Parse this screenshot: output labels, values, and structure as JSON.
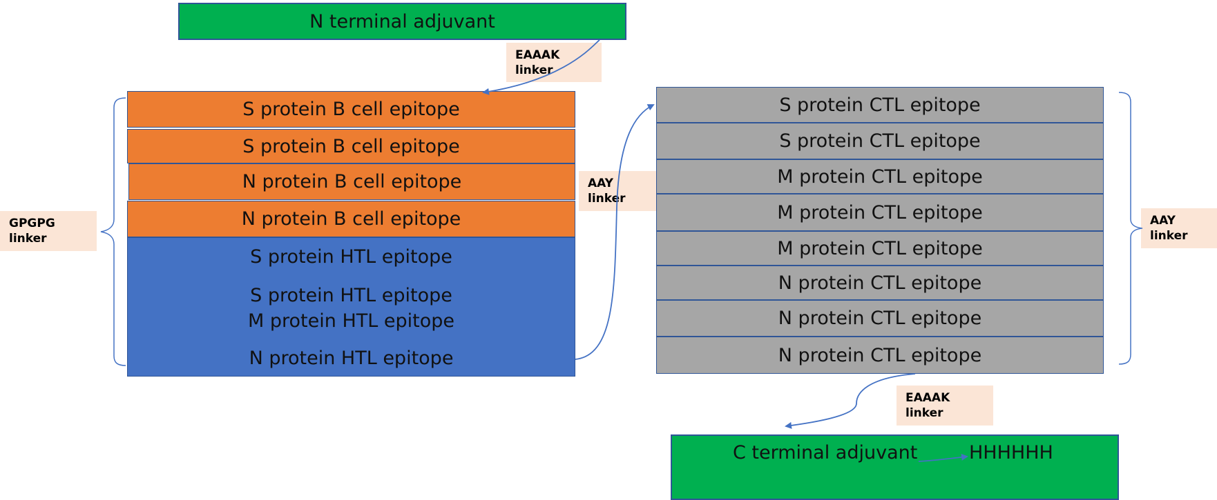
{
  "n_terminal": "N terminal adjuvant",
  "c_terminal": "C terminal adjuvant",
  "his_tag": "HHHHHH",
  "linkers": {
    "eaaak_top": "EAAAK\nlinker",
    "eaaak_bottom": "EAAAK\nlinker",
    "aay_middle": "AAY\nlinker",
    "aay_right": "AAY\nlinker",
    "gpgpg": "GPGPG\nlinker"
  },
  "b_cell_epitopes": [
    "S protein B cell epitope",
    "S protein B cell epitope",
    "N protein B cell epitope",
    "N protein B cell epitope"
  ],
  "htl_epitopes": [
    "S protein HTL epitope",
    "S protein HTL epitope",
    "M protein HTL epitope",
    "N protein HTL epitope"
  ],
  "ctl_epitopes": [
    "S protein CTL epitope",
    "S protein CTL epitope",
    "M protein CTL epitope",
    "M protein CTL epitope",
    "M protein CTL epitope",
    "N protein CTL epitope",
    "N protein CTL epitope",
    "N protein CTL epitope"
  ],
  "colors": {
    "adjuvant": "#00b050",
    "b_cell": "#ed7d31",
    "htl": "#4472c4",
    "ctl": "#a6a6a6",
    "linker": "#fbe5d6",
    "connector": "#4472c4"
  }
}
